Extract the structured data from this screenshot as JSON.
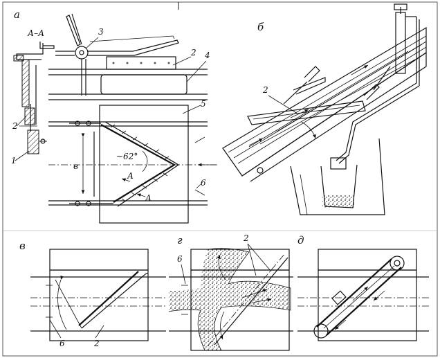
{
  "panels": {
    "a": "а",
    "b": "б",
    "v": "в",
    "g": "г",
    "d": "д"
  },
  "section_label": "А–А",
  "angle_label": "~62°",
  "width_label": "в",
  "cut_mark": "А",
  "callouts": [
    "1",
    "2",
    "3",
    "4",
    "5",
    "6"
  ]
}
